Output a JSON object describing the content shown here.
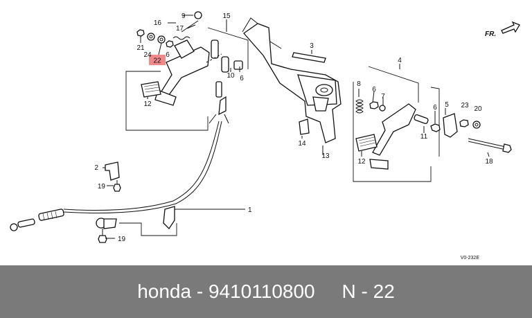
{
  "caption": {
    "brand": "honda",
    "separator": " - ",
    "part_number": "9410110800",
    "gap": "     ",
    "ref": "N - 22"
  },
  "diagram": {
    "highlight_color": "#f08a8a",
    "direction_label": "FR.",
    "drawing_code": "V0-232E",
    "callouts": {
      "c1": "1",
      "c2": "2",
      "c3": "3",
      "c4": "4",
      "c5": "5",
      "c6a": "6",
      "c6b": "6",
      "c6c": "6",
      "c6d": "6",
      "c7": "7",
      "c8": "8",
      "c9": "9",
      "c10": "10",
      "c11": "11",
      "c12a": "12",
      "c12b": "12",
      "c13": "13",
      "c14": "14",
      "c15": "15",
      "c16": "16",
      "c17": "17",
      "c18": "18",
      "c19a": "19",
      "c19b": "19",
      "c20": "20",
      "c21": "21",
      "c22": "22",
      "c23": "23",
      "c24": "24"
    }
  }
}
